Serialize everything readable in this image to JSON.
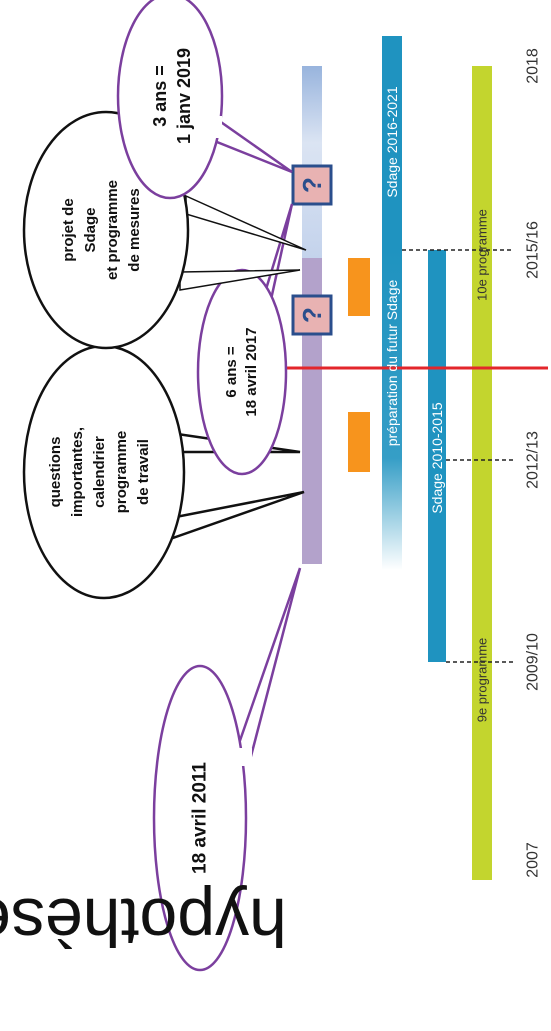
{
  "title": "hypothèse",
  "years": {
    "y2007": "2007",
    "y2009": "2009/10",
    "y2012": "2012/13",
    "y2015": "2015/16",
    "y2018": "2018"
  },
  "bars": {
    "programme_9": "9e programme",
    "programme_10": "10e programme",
    "sdage_2010_2015": "Sdage 2010-2015",
    "sdage_2016_2021": "Sdage 2016-2021",
    "preparation": "préparation du futur Sdage"
  },
  "markers": {
    "question_1": "?",
    "question_2": "?"
  },
  "callouts": {
    "date_2011": "18 avril 2011",
    "questions": [
      "questions",
      "importantes,",
      "calendrier",
      "programme",
      "de travail"
    ],
    "six_ans": [
      "6 ans =",
      "18 avril 2017"
    ],
    "projet": [
      "projet de",
      "Sdage",
      "et programme",
      "de mesures"
    ],
    "trois_ans": [
      "3 ans =",
      "1 janv 2019"
    ]
  },
  "colors": {
    "programme_green": "#c3d52e",
    "sdage_blue": "#1f93c0",
    "phase_purple": "#b3a2cb",
    "phase_light_blue": "#cfdcef",
    "milestone_orange": "#f7941d",
    "current_red": "#e3262b",
    "callout_purple": "#7b3f9e",
    "question_fill": "#e8b2b2",
    "question_border": "#2a4e8c"
  }
}
